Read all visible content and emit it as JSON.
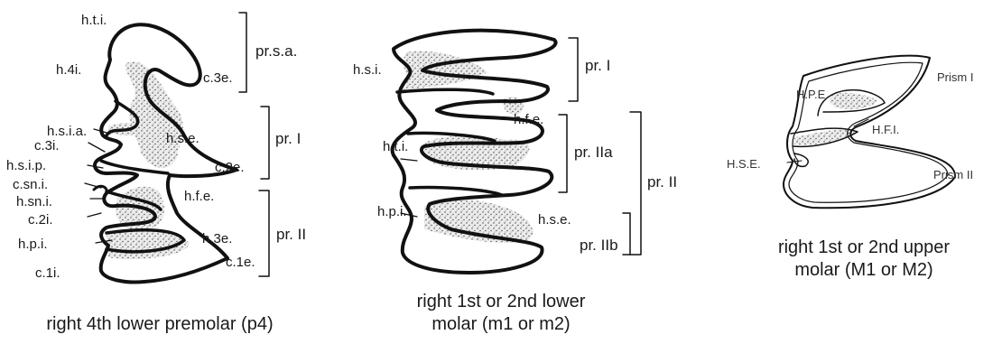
{
  "colors": {
    "ink": "#111111",
    "dentine": "#e6e6e6",
    "stipple": "#555555"
  },
  "p4": {
    "caption": "right 4th lower premolar (p4)",
    "labels": {
      "hti": "h.t.i.",
      "h4i": "h.4i.",
      "c3e": "c.3e.",
      "prsa": "pr.s.a.",
      "hsia": "h.s.i.a.",
      "c3i": "c.3i.",
      "hse": "h.s.e.",
      "pr1": "pr. I",
      "hsip": "h.s.i.p.",
      "c2e": "c.2e.",
      "csni": "c.sn.i.",
      "hsni": "h.sn.i.",
      "hfe": "h.f.e.",
      "c2i": "c.2i.",
      "pr2": "pr. II",
      "hpi": "h.p.i.",
      "h3e": "h.3e.",
      "c1e": "c.1e.",
      "c1i": "c.1i."
    }
  },
  "m1": {
    "caption_line1": "right 1st or 2nd lower",
    "caption_line2": "molar (m1 or m2)",
    "labels": {
      "hsi": "h.s.i.",
      "pr1": "pr. I",
      "hfe": "h.f.e.",
      "hti": "h.t.i.",
      "pr2a": "pr. IIa",
      "pr2": "pr. II",
      "hpi": "h.p.i.",
      "hse": "h.s.e.",
      "pr2b": "pr. IIb"
    }
  },
  "upper": {
    "caption_line1": "right 1st or 2nd upper",
    "caption_line2": "molar (M1 or M2)",
    "labels": {
      "hpe": "H.P.E.",
      "prism1": "Prism I",
      "hfi": "H.F.I.",
      "hse": "H.S.E.",
      "prism2": "Prism II"
    }
  }
}
